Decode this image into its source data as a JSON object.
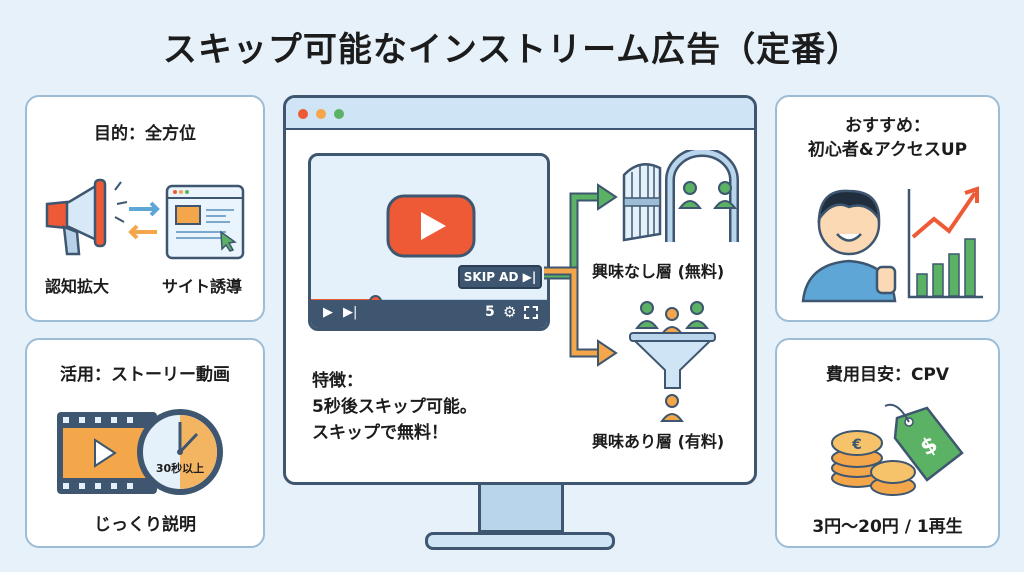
{
  "title": "スキップ可能なインストリーム広告（定番）",
  "purpose": {
    "heading": "目的：全方位",
    "left_label": "認知拡大",
    "right_label": "サイト誘導"
  },
  "usage": {
    "heading": "活用：ストーリー動画",
    "clock_label": "30秒以上",
    "caption": "じっくり説明"
  },
  "recommend": {
    "heading_line1": "おすすめ：",
    "heading_line2": "初心者&アクセスUP"
  },
  "cost": {
    "heading": "費用目安：CPV",
    "price": "3円〜20円 / 1再生",
    "tag_symbol": "$",
    "coin_symbol": "€"
  },
  "player": {
    "skip_label": "SKIP AD ▶|",
    "countdown": "5",
    "progress": 0.27
  },
  "features": {
    "line1": "特徴：",
    "line2": "5秒後スキップ可能。",
    "line3": "スキップで無料！"
  },
  "branches": {
    "not_interested": "興味なし層 (無料)",
    "interested": "興味あり層 (有料)"
  },
  "colors": {
    "accent_red": "#ee5a36",
    "orange": "#f3a64a",
    "green": "#5bb264",
    "navy": "#3e5670",
    "border": "#9dbdd6"
  }
}
